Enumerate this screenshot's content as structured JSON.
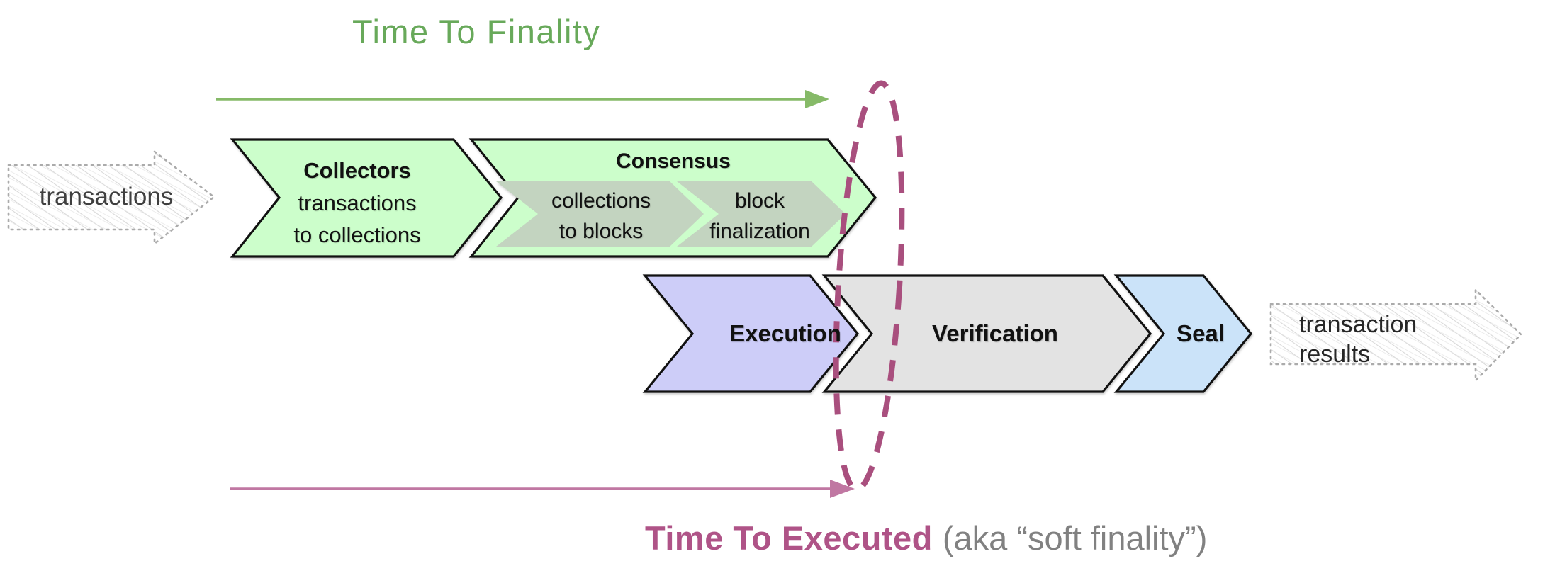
{
  "titles": {
    "top": "Time To Finality",
    "bottom_primary": "Time To Executed",
    "bottom_secondary": "(aka “soft finality”)"
  },
  "io": {
    "input": "transactions",
    "output_line1": "transaction",
    "output_line2": "results"
  },
  "stages": {
    "collectors": {
      "title": "Collectors",
      "line1": "transactions",
      "line2": "to collections"
    },
    "consensus": {
      "title": "Consensus",
      "sub1": {
        "line1": "collections",
        "line2": "to blocks"
      },
      "sub2": {
        "line1": "block",
        "line2": "finalization"
      }
    },
    "execution": {
      "title": "Execution"
    },
    "verification": {
      "title": "Verification"
    },
    "seal": {
      "title": "Seal"
    }
  },
  "colors": {
    "title_green": "#68a95a",
    "arrow_green": "#86ba68",
    "title_magenta": "#af5387",
    "secondary_gray": "#818181",
    "arrow_pink": "#c077a2",
    "ellipse_magenta": "#a94f7e",
    "stage_green": "#ccfecb",
    "stage_subgreen": "#c3d4c0",
    "stage_lavender": "#cdcdf8",
    "stage_gray": "#e3e3e3",
    "stage_blue": "#cbe3f9",
    "chevron_outline": "#111111",
    "sketch_outline": "#ababab",
    "sketch_hatch": "#d9d9d9"
  }
}
